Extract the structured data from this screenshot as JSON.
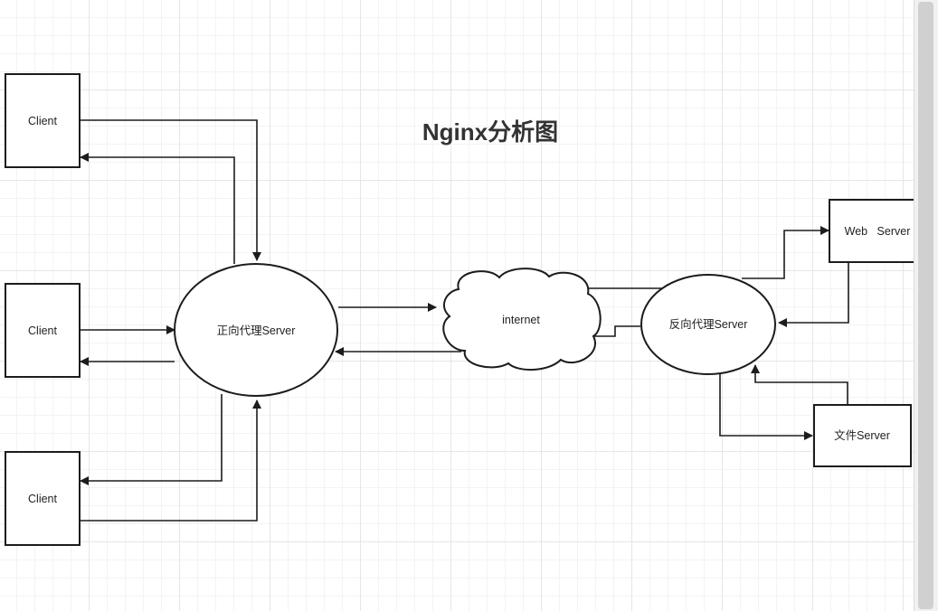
{
  "title": "Nginx分析图",
  "nodes": {
    "client_1": "Client",
    "client_2": "Client",
    "client_3": "Client",
    "forward_proxy": "正向代理Server",
    "internet": "internet",
    "reverse_proxy": "反向代理Server",
    "web_server": "Web   Server",
    "file_server": "文件Server"
  }
}
